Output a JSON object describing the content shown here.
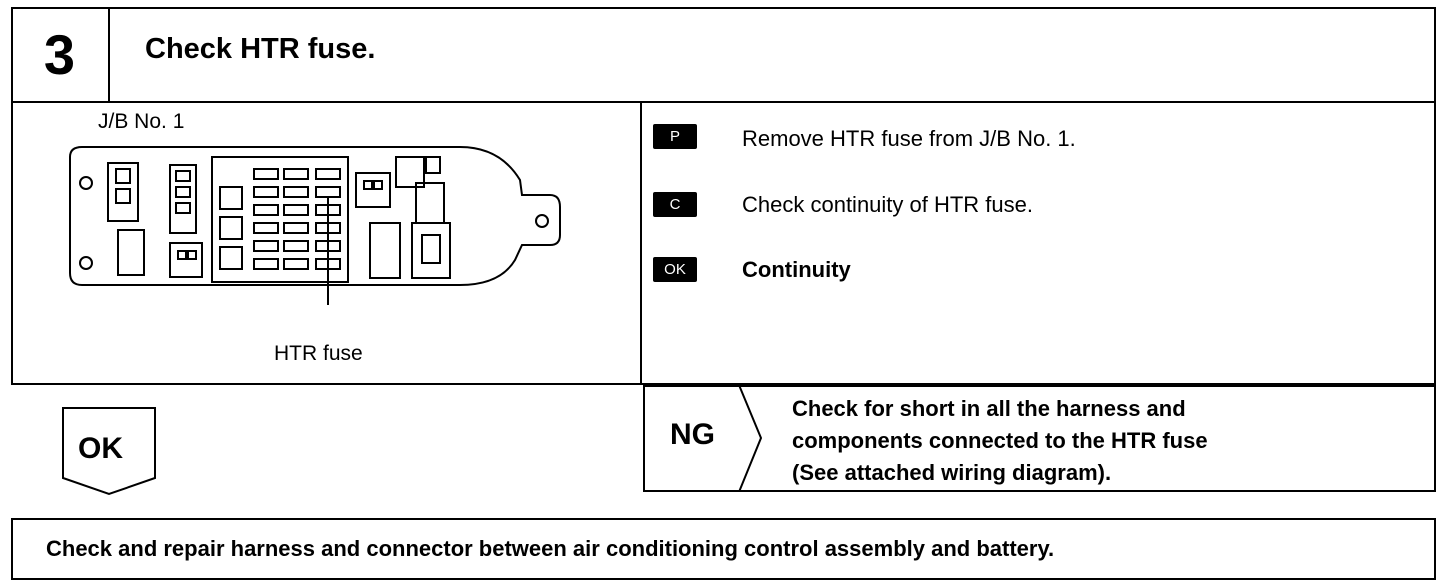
{
  "step": {
    "number": "3",
    "title": "Check HTR fuse."
  },
  "diagram": {
    "jb_label": "J/B No. 1",
    "fuse_label": "HTR fuse"
  },
  "instructions": [
    {
      "tag": "P",
      "text": "Remove HTR fuse from J/B No. 1."
    },
    {
      "tag": "C",
      "text": "Check continuity of HTR fuse."
    },
    {
      "tag": "OK",
      "text": "Continuity"
    }
  ],
  "ok_branch": {
    "label": "OK"
  },
  "ng_branch": {
    "label": "NG",
    "lines": [
      "Check for short in all the harness and",
      "components connected to the HTR fuse",
      "(See attached wiring diagram)."
    ]
  },
  "final": {
    "text": "Check and repair harness and connector between air conditioning control assembly and battery."
  }
}
